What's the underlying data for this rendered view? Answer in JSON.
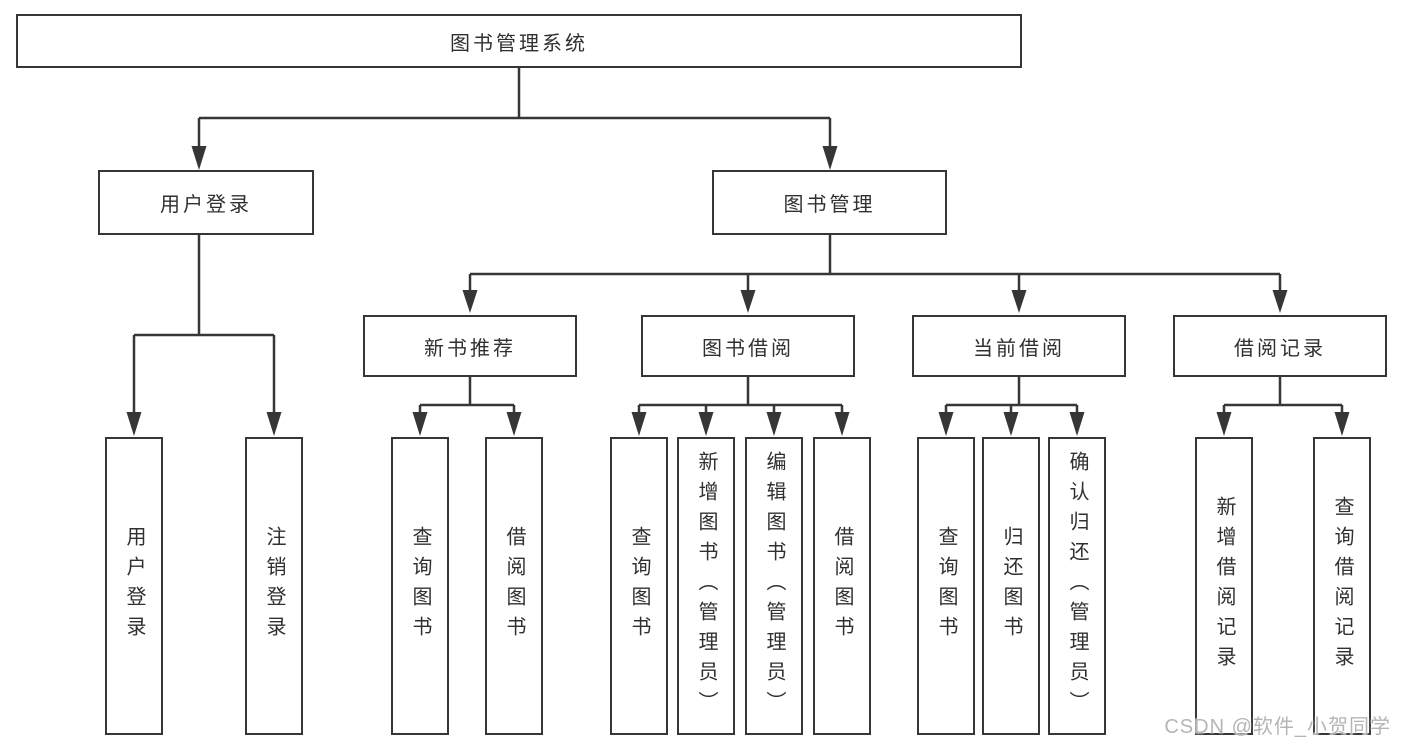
{
  "diagram_type": "hierarchy",
  "watermark": "CSDN @软件_小贺同学",
  "colors": {
    "line": "#363636",
    "text": "#303030",
    "background": "#ffffff",
    "watermark": "#b5b5b5"
  },
  "tree": {
    "label": "图书管理系统",
    "children": [
      {
        "label": "用户登录",
        "children": [
          {
            "label": "用户登录"
          },
          {
            "label": "注销登录"
          }
        ]
      },
      {
        "label": "图书管理",
        "children": [
          {
            "label": "新书推荐",
            "children": [
              {
                "label": "查询图书"
              },
              {
                "label": "借阅图书"
              }
            ]
          },
          {
            "label": "图书借阅",
            "children": [
              {
                "label": "查询图书"
              },
              {
                "label": "新增图书（管理员）"
              },
              {
                "label": "编辑图书（管理员）"
              },
              {
                "label": "借阅图书"
              }
            ]
          },
          {
            "label": "当前借阅",
            "children": [
              {
                "label": "查询图书"
              },
              {
                "label": "归还图书"
              },
              {
                "label": "确认归还（管理员）"
              }
            ]
          },
          {
            "label": "借阅记录",
            "children": [
              {
                "label": "新增借阅记录"
              },
              {
                "label": "查询借阅记录"
              }
            ]
          }
        ]
      }
    ]
  }
}
